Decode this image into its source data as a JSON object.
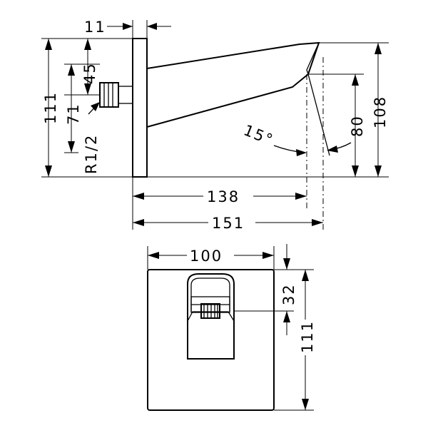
{
  "side_view": {
    "dim_flange_thickness": "11",
    "dim_total_height": "111",
    "dim_top_to_inlet": "45",
    "dim_inlet_to_bottom": "71",
    "dim_thread": "R1/2",
    "dim_outlet_height": "80",
    "dim_spout_height": "108",
    "dim_angle": "15°",
    "dim_outlet_reach": "138",
    "dim_total_reach": "151"
  },
  "front_view": {
    "dim_plate_width": "100",
    "dim_top_to_outlet": "32",
    "dim_plate_height": "111"
  }
}
